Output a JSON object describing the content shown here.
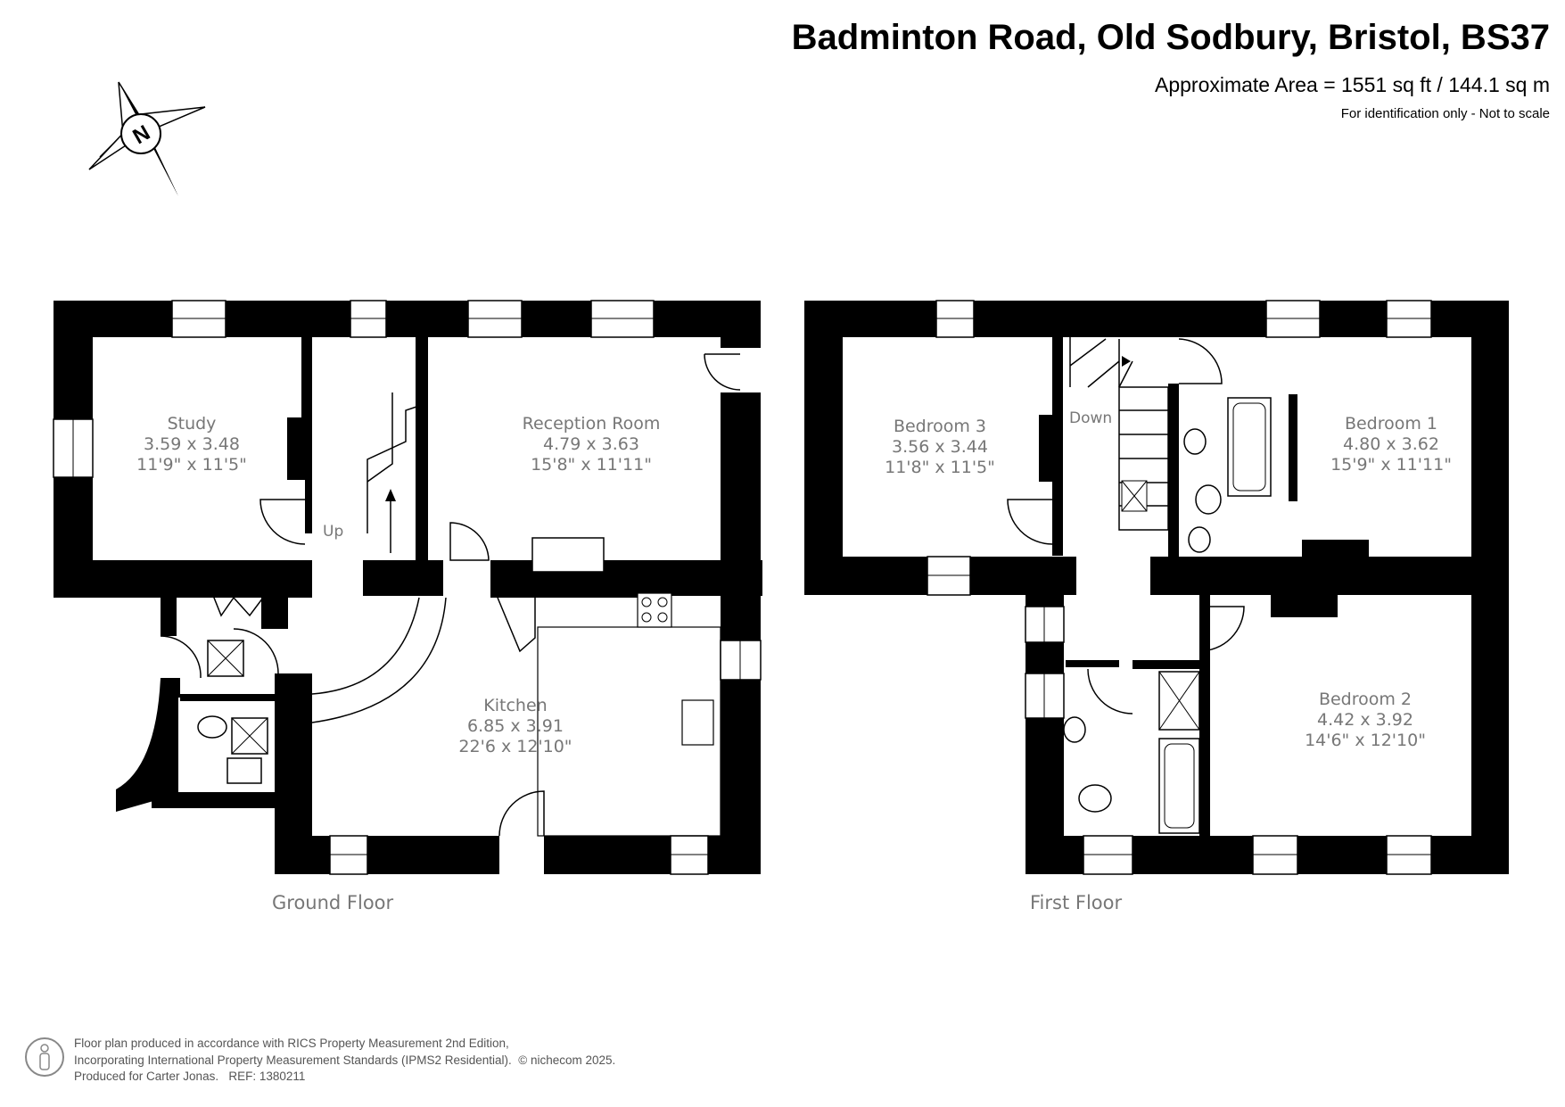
{
  "header": {
    "title": "Badminton Road, Old Sodbury, Bristol, BS37",
    "area": "Approximate Area = 1551 sq ft / 144.1 sq m",
    "note": "For identification only - Not to scale"
  },
  "compass": {
    "label": "N"
  },
  "ground_floor": {
    "label": "Ground Floor",
    "stairs_label": "Up",
    "rooms": [
      {
        "name": "Study",
        "metric": "3.59 x 3.48",
        "imperial": "11'9\" x 11'5\""
      },
      {
        "name": "Reception Room",
        "metric": "4.79 x 3.63",
        "imperial": "15'8\" x 11'11\""
      },
      {
        "name": "Kitchen",
        "metric": "6.85 x 3.91",
        "imperial": "22'6 x 12'10\""
      }
    ]
  },
  "first_floor": {
    "label": "First Floor",
    "stairs_label": "Down",
    "rooms": [
      {
        "name": "Bedroom 3",
        "metric": "3.56 x 3.44",
        "imperial": "11'8\" x 11'5\""
      },
      {
        "name": "Bedroom 1",
        "metric": "4.80 x 3.62",
        "imperial": "15'9\" x 11'11\""
      },
      {
        "name": "Bedroom 2",
        "metric": "4.42 x 3.92",
        "imperial": "14'6\" x 12'10\""
      }
    ]
  },
  "footer": {
    "line1": "Floor plan produced in accordance with RICS Property Measurement 2nd Edition,",
    "line2": "Incorporating International Property Measurement Standards (IPMS2 Residential).",
    "copyright": "© nichecom 2025.",
    "line3": "Produced for Carter Jonas.",
    "ref": "REF: 1380211"
  }
}
